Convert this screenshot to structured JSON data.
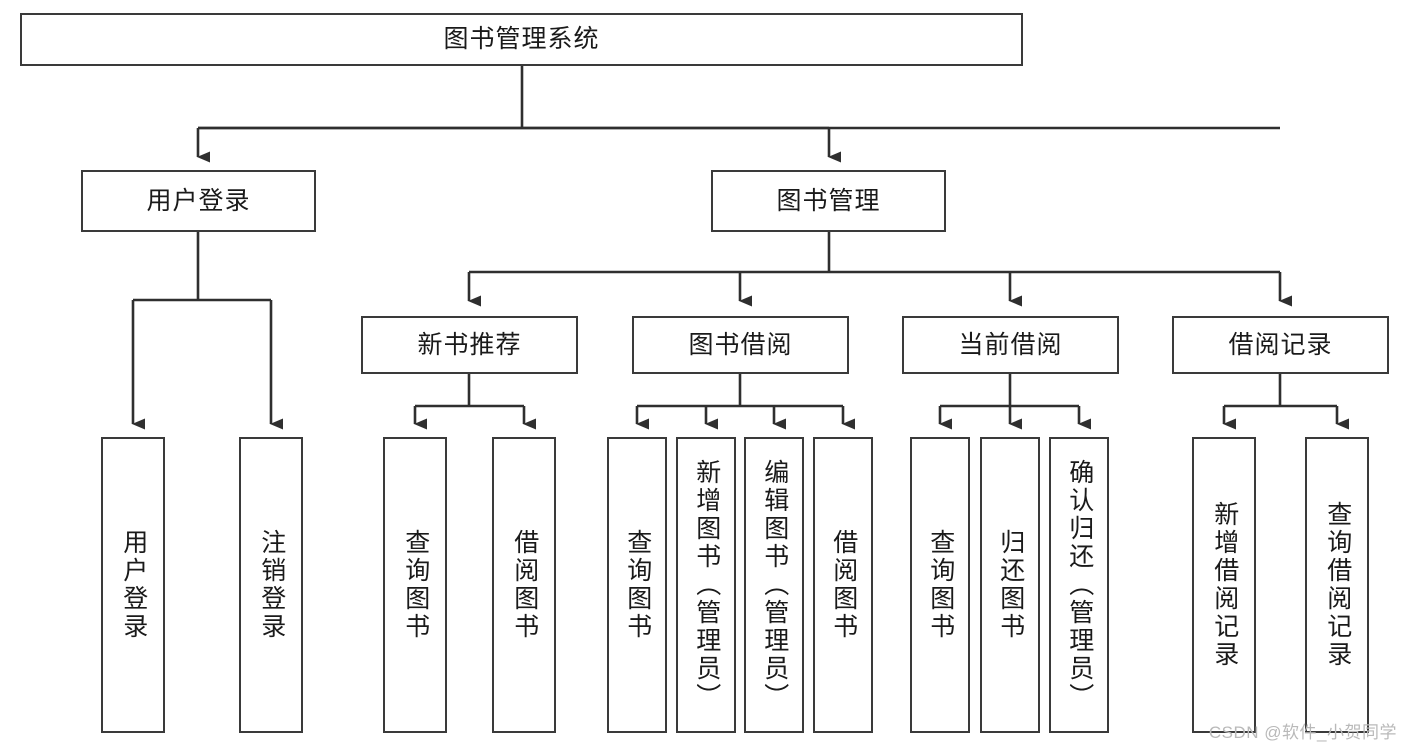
{
  "diagram": {
    "title": "图书管理系统",
    "type": "hierarchy-tree",
    "root": {
      "label": "图书管理系统"
    },
    "level2": [
      {
        "label": "用户登录"
      },
      {
        "label": "图书管理"
      }
    ],
    "level3": [
      {
        "label": "新书推荐"
      },
      {
        "label": "图书借阅"
      },
      {
        "label": "当前借阅"
      },
      {
        "label": "借阅记录"
      }
    ],
    "leaves": {
      "user_login": [
        {
          "label": "用户登录"
        },
        {
          "label": "注销登录"
        }
      ],
      "new_book_recommend": [
        {
          "label": "查询图书"
        },
        {
          "label": "借阅图书"
        }
      ],
      "book_borrow": [
        {
          "label": "查询图书"
        },
        {
          "label": "新增图书（管理员）"
        },
        {
          "label": "编辑图书（管理员）"
        },
        {
          "label": "借阅图书"
        }
      ],
      "current_borrow": [
        {
          "label": "查询图书"
        },
        {
          "label": "归还图书"
        },
        {
          "label": "确认归还（管理员）"
        }
      ],
      "borrow_record": [
        {
          "label": "新增借阅记录"
        },
        {
          "label": "查询借阅记录"
        }
      ]
    },
    "colors": {
      "border": "#3a3a3a",
      "text": "#1a1a1a",
      "background": "#ffffff",
      "watermark": "#b9b9b9"
    }
  },
  "watermark": {
    "text": "CSDN @软件_小贺同学"
  }
}
